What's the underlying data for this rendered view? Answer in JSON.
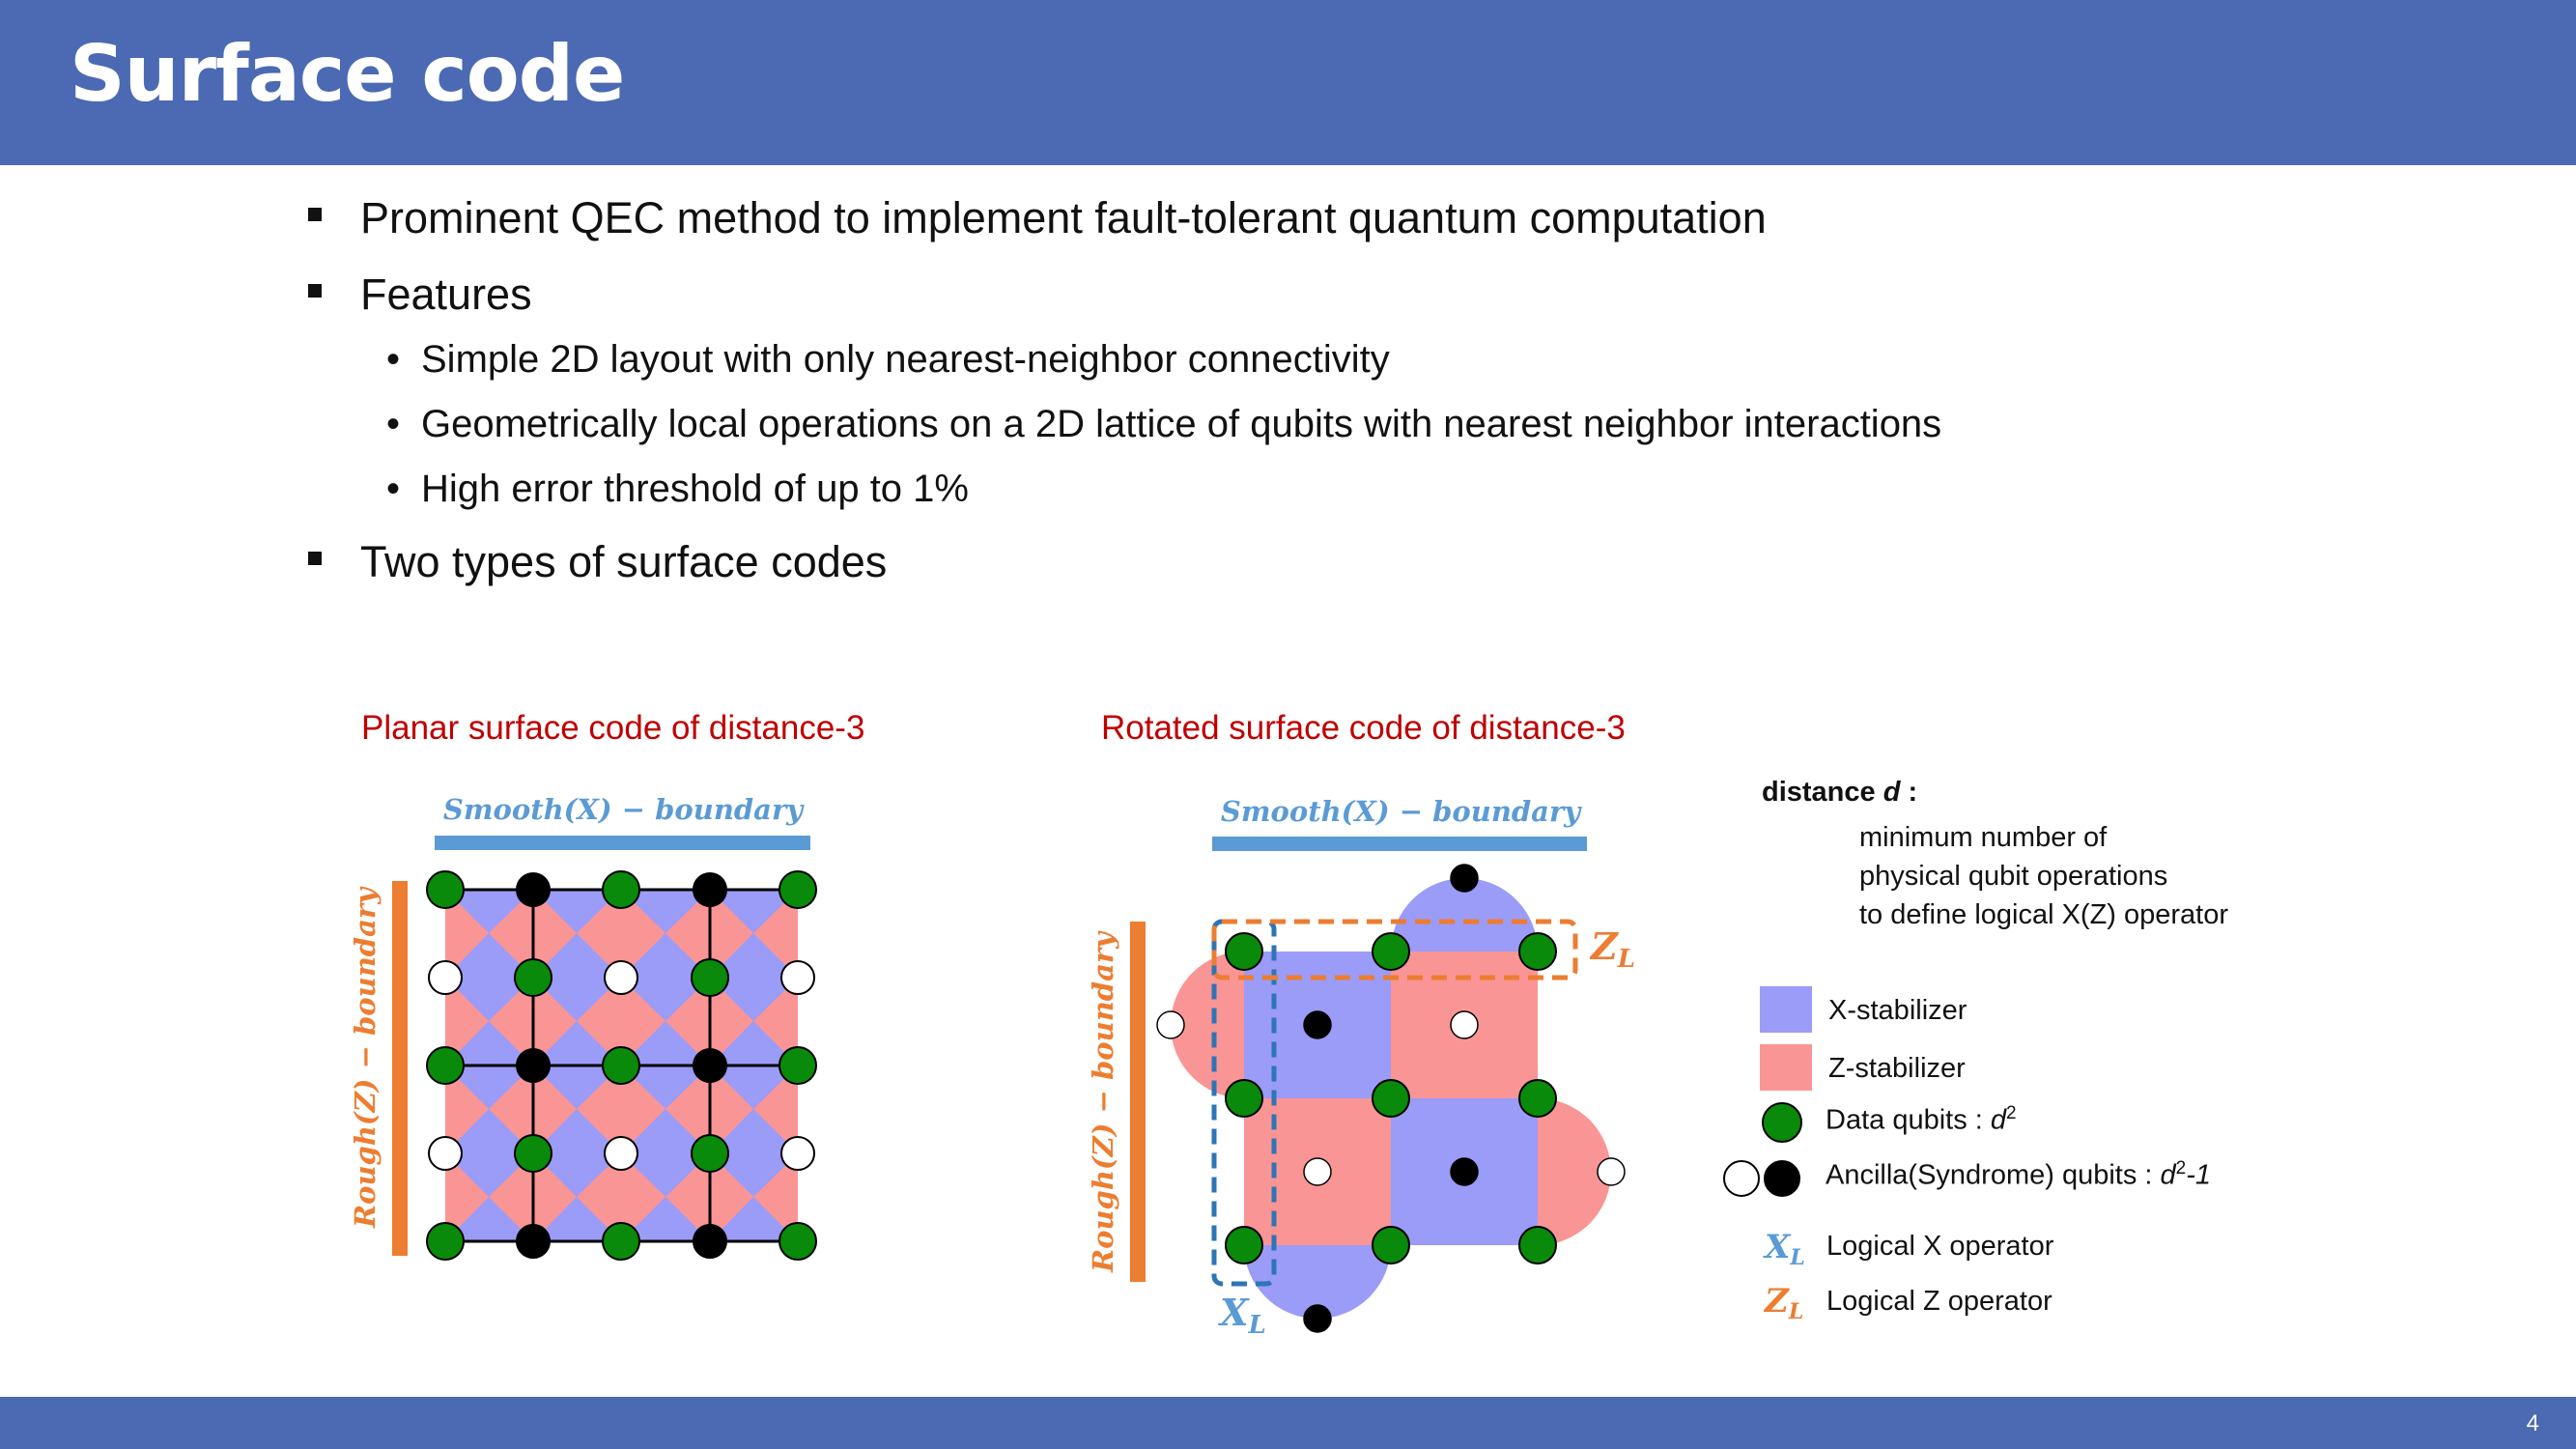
{
  "slide": {
    "title": "Surface code",
    "page_number": "4"
  },
  "bullets": {
    "items": [
      {
        "text": "Prominent QEC method to implement fault-tolerant quantum computation"
      },
      {
        "text": "Features"
      },
      {
        "text": "Two types of surface codes"
      }
    ],
    "sub_items": [
      {
        "text": "Simple 2D layout with only nearest-neighbor connectivity"
      },
      {
        "text": "Geometrically local operations on a 2D lattice of qubits with nearest neighbor interactions"
      },
      {
        "text": "High error threshold of up to 1%"
      }
    ]
  },
  "planar": {
    "title": "Planar surface code of distance-3",
    "smooth_label": "Smooth(X) − boundary",
    "rough_label": "Rough(Z) − boundary"
  },
  "rotated": {
    "title": "Rotated surface code of distance-3",
    "smooth_label": "Smooth(X) − boundary",
    "rough_label": "Rough(Z) − boundary",
    "xl_label": "X",
    "xl_sub": "L",
    "zl_label": "Z",
    "zl_sub": "L"
  },
  "legend": {
    "distance_title": "distance",
    "distance_var": "d",
    "distance_colon": " :",
    "distance_desc_1": "minimum number of",
    "distance_desc_2": "physical qubit operations",
    "distance_desc_3": "to define logical X(Z) operator",
    "x_stabilizer": "X-stabilizer",
    "z_stabilizer": "Z-stabilizer",
    "data_qubits": "Data qubits : ",
    "data_var": "d",
    "data_exp": "2",
    "ancilla": "Ancilla(Syndrome) qubits : ",
    "ancilla_var": "d",
    "ancilla_exp": "2",
    "ancilla_tail": "-1",
    "logical_x_sym": "X",
    "logical_x_sub": "L",
    "logical_x": "Logical X operator",
    "logical_z_sym": "Z",
    "logical_z_sub": "L",
    "logical_z": "Logical Z operator"
  },
  "colors": {
    "header": "#4b6ab3",
    "x_stabilizer": "#9b9bf8",
    "z_stabilizer": "#fa9595",
    "data_qubit": "#0a8a0a",
    "smooth_boundary": "#5b9bd5",
    "rough_boundary": "#ed7d31",
    "red_title": "#c00000"
  }
}
